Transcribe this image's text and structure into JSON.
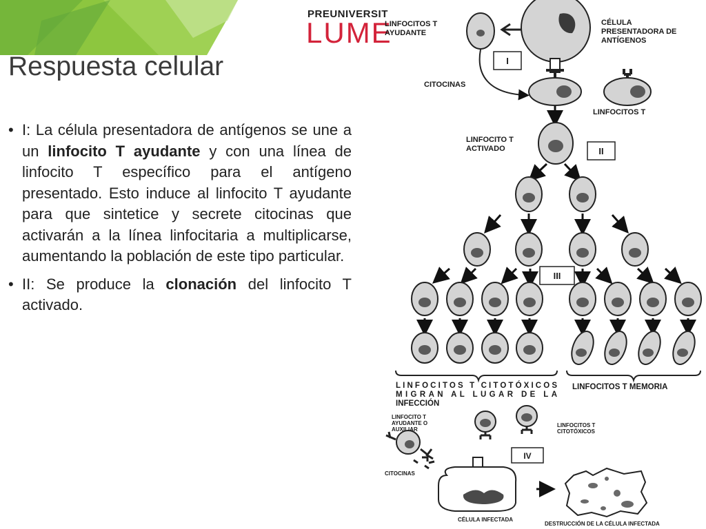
{
  "logo": {
    "top": "PREUNIVERSIT",
    "main": "LUME"
  },
  "title": "Respuesta celular",
  "bullets": [
    {
      "pre": "I: La célula presentadora de antígenos se une a un ",
      "bold": "linfocito T ayudante",
      "post": " y con una línea de linfocito T específico para el antígeno presentado. Esto induce al linfocito T ayudante para que sintetice y secrete citocinas que activarán a la línea linfocitaria a multiplicarse, aumentando la población de este tipo particular."
    },
    {
      "pre": "II: Se produce la ",
      "bold": "clonación",
      "post": " del linfocito T activado."
    }
  ],
  "diagram": {
    "stage_labels": [
      "I",
      "II",
      "III",
      "IV"
    ],
    "linfocitos_t_ayudante": [
      "LINFOCITOS T",
      "AYUDANTE"
    ],
    "celula_presentadora": [
      "CÉLULA",
      "PRESENTADORA DE",
      "ANTÍGENOS"
    ],
    "citocinas": "CITOCINAS",
    "linfocitos_t": "LINFOCITOS T",
    "linfocito_t_activado": [
      "LINFOCITO T",
      "ACTIVADO"
    ],
    "citotoxicos_migran": [
      "LINFOCITOS T CITOTÓXICOS",
      "MIGRAN AL LUGAR DE LA",
      "INFECCIÓN"
    ],
    "linfocitos_t_memoria": "LINFOCITOS T MEMORIA",
    "stage4": {
      "ayudante_auxiliar": [
        "LINFOCITO T",
        "AYUDANTE O",
        "AUXILIAR"
      ],
      "citotoxicos": [
        "LINFOCITOS T",
        "CITOTÓXICOS"
      ],
      "citocinas": "CITOCINAS",
      "celula_infectada": "CÉLULA INFECTADA",
      "destruccion": "DESTRUCCIÓN DE LA CÉLULA INFECTADA"
    }
  },
  "colors": {
    "corner_green": "#8dc63f",
    "corner_dark": "#5fa63a",
    "logo_red": "#d3233a",
    "cell_fill": "#d4d4d4",
    "nucleus_fill": "#5a5a5a"
  }
}
